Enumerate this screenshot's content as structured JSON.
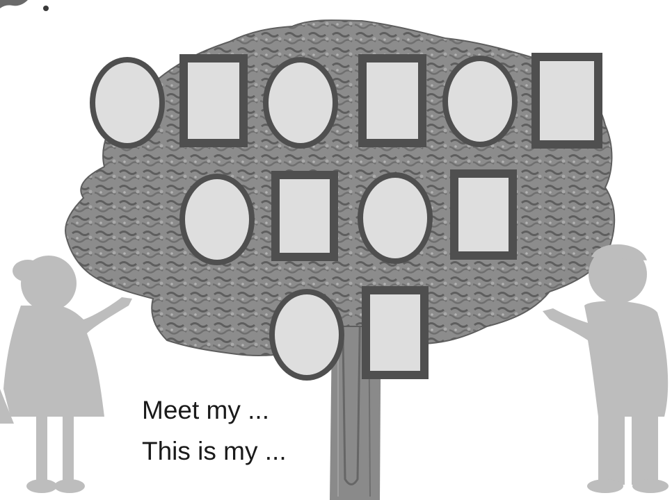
{
  "captions": {
    "line1": "Meet my ...",
    "line2": "This is my ..."
  },
  "colors": {
    "foliage": "#8c8c8c",
    "foliage_dark": "#5e5e5e",
    "trunk": "#8a8a8a",
    "frame": "#4f4f4f",
    "frame_inner": "#dedede",
    "silhouette": "#bdbdbd",
    "text": "#1a1a1a"
  },
  "tree": {
    "frames": [
      {
        "row": 1,
        "shape": "oval"
      },
      {
        "row": 1,
        "shape": "rectangle"
      },
      {
        "row": 1,
        "shape": "oval"
      },
      {
        "row": 1,
        "shape": "rectangle"
      },
      {
        "row": 1,
        "shape": "oval"
      },
      {
        "row": 1,
        "shape": "rectangle"
      },
      {
        "row": 2,
        "shape": "oval"
      },
      {
        "row": 2,
        "shape": "rectangle"
      },
      {
        "row": 2,
        "shape": "oval"
      },
      {
        "row": 2,
        "shape": "rectangle"
      },
      {
        "row": 3,
        "shape": "oval"
      },
      {
        "row": 3,
        "shape": "rectangle"
      }
    ]
  },
  "figures": [
    {
      "name": "girl-silhouette"
    },
    {
      "name": "boy-silhouette"
    }
  ]
}
